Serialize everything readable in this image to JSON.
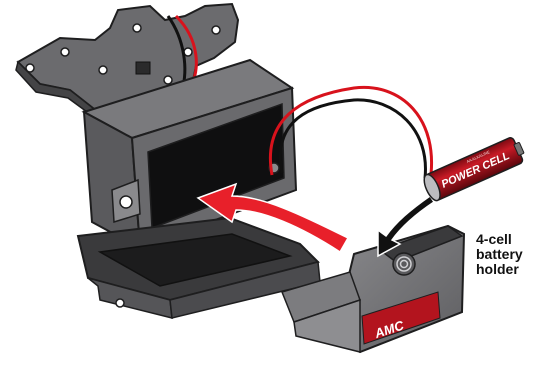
{
  "callout": {
    "line1": "4-cell",
    "line2": "battery",
    "line3": "holder"
  },
  "battery": {
    "brand_text": "POWER CELL",
    "fine_print": "AA ALKALINE"
  },
  "holder": {
    "logo_text": "AMC"
  },
  "colors": {
    "part_dark": "#4a4a4c",
    "part_mid": "#6d6d70",
    "part_light": "#9a9a9d",
    "outline": "#1e1e1f",
    "arrow_red": "#e8202a",
    "wire_red": "#d8121c",
    "wire_black": "#111111",
    "battery_red": "#a8101c"
  },
  "icons": [
    "red-insert-arrow",
    "black-insert-arrow",
    "battery-cell-icon",
    "spring-contact-icon"
  ]
}
